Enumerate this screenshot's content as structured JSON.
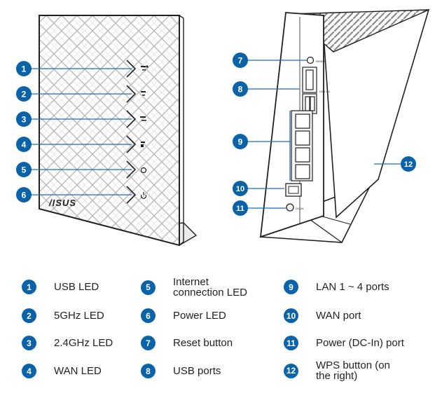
{
  "callouts": {
    "front": [
      "1",
      "2",
      "3",
      "4",
      "5",
      "6"
    ],
    "back": [
      "7",
      "8",
      "9",
      "10",
      "11",
      "12"
    ]
  },
  "front_brand_logo": "/ISUS",
  "panel_labels": {
    "reset": "RESET",
    "usb": "USB 2.0",
    "dc": "DC-IN"
  },
  "legend": [
    {
      "num": "1",
      "label": "USB LED"
    },
    {
      "num": "2",
      "label": "5GHz LED"
    },
    {
      "num": "3",
      "label": "2.4GHz LED"
    },
    {
      "num": "4",
      "label": "WAN LED"
    },
    {
      "num": "5",
      "label": "Internet\nconnection LED"
    },
    {
      "num": "6",
      "label": "Power LED"
    },
    {
      "num": "7",
      "label": "Reset button"
    },
    {
      "num": "8",
      "label": "USB ports"
    },
    {
      "num": "9",
      "label": "LAN 1 ~ 4 ports"
    },
    {
      "num": "10",
      "label": "WAN port"
    },
    {
      "num": "11",
      "label": "Power (DC-In) port"
    },
    {
      "num": "12",
      "label": "WPS button (on\nthe right)"
    }
  ],
  "colors": {
    "callout_badge": "#0a63a8",
    "leader_line": "#1a6fb3",
    "outline": "#231f20"
  }
}
